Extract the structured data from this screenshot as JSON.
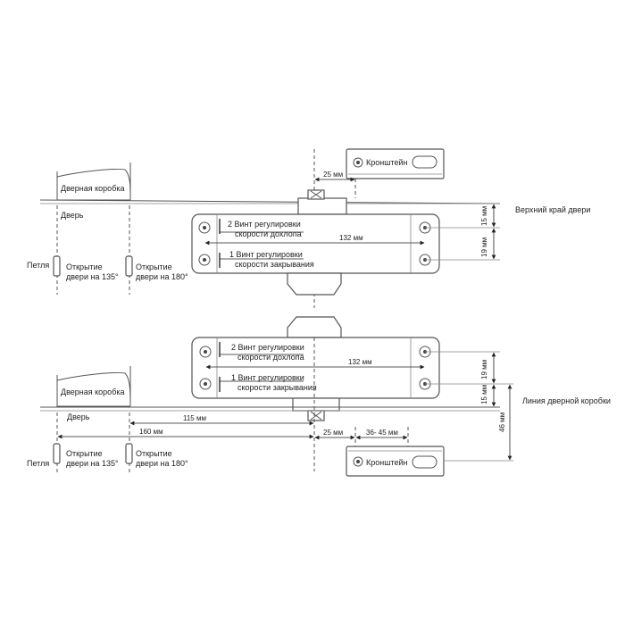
{
  "labels": {
    "bracket": "Кронштейн",
    "door_frame": "Дверная коробка",
    "door": "Дверь",
    "hinge": "Петля",
    "open135_a": "Открытие",
    "open135_b": "двери на 135°",
    "open180_a": "Открытие",
    "open180_b": "двери на 180°",
    "screw2_a": "2 Винт регулировки",
    "screw2_b": "скорости дохлопа",
    "screw1_a": "1 Винт регулировки",
    "screw1_b": "скорости закрывания",
    "top_edge": "Верхний край двери",
    "frame_line": "Линия дверной коробки"
  },
  "dimensions": {
    "d25": "25 мм",
    "d132": "132 мм",
    "d15": "15 мм",
    "d19": "19 мм",
    "d115": "115 мм",
    "d160": "160 мм",
    "d36_45": "36- 45 мм",
    "d46": "46 мм"
  },
  "colors": {
    "line": "#555555",
    "text": "#222222",
    "background": "#ffffff"
  }
}
